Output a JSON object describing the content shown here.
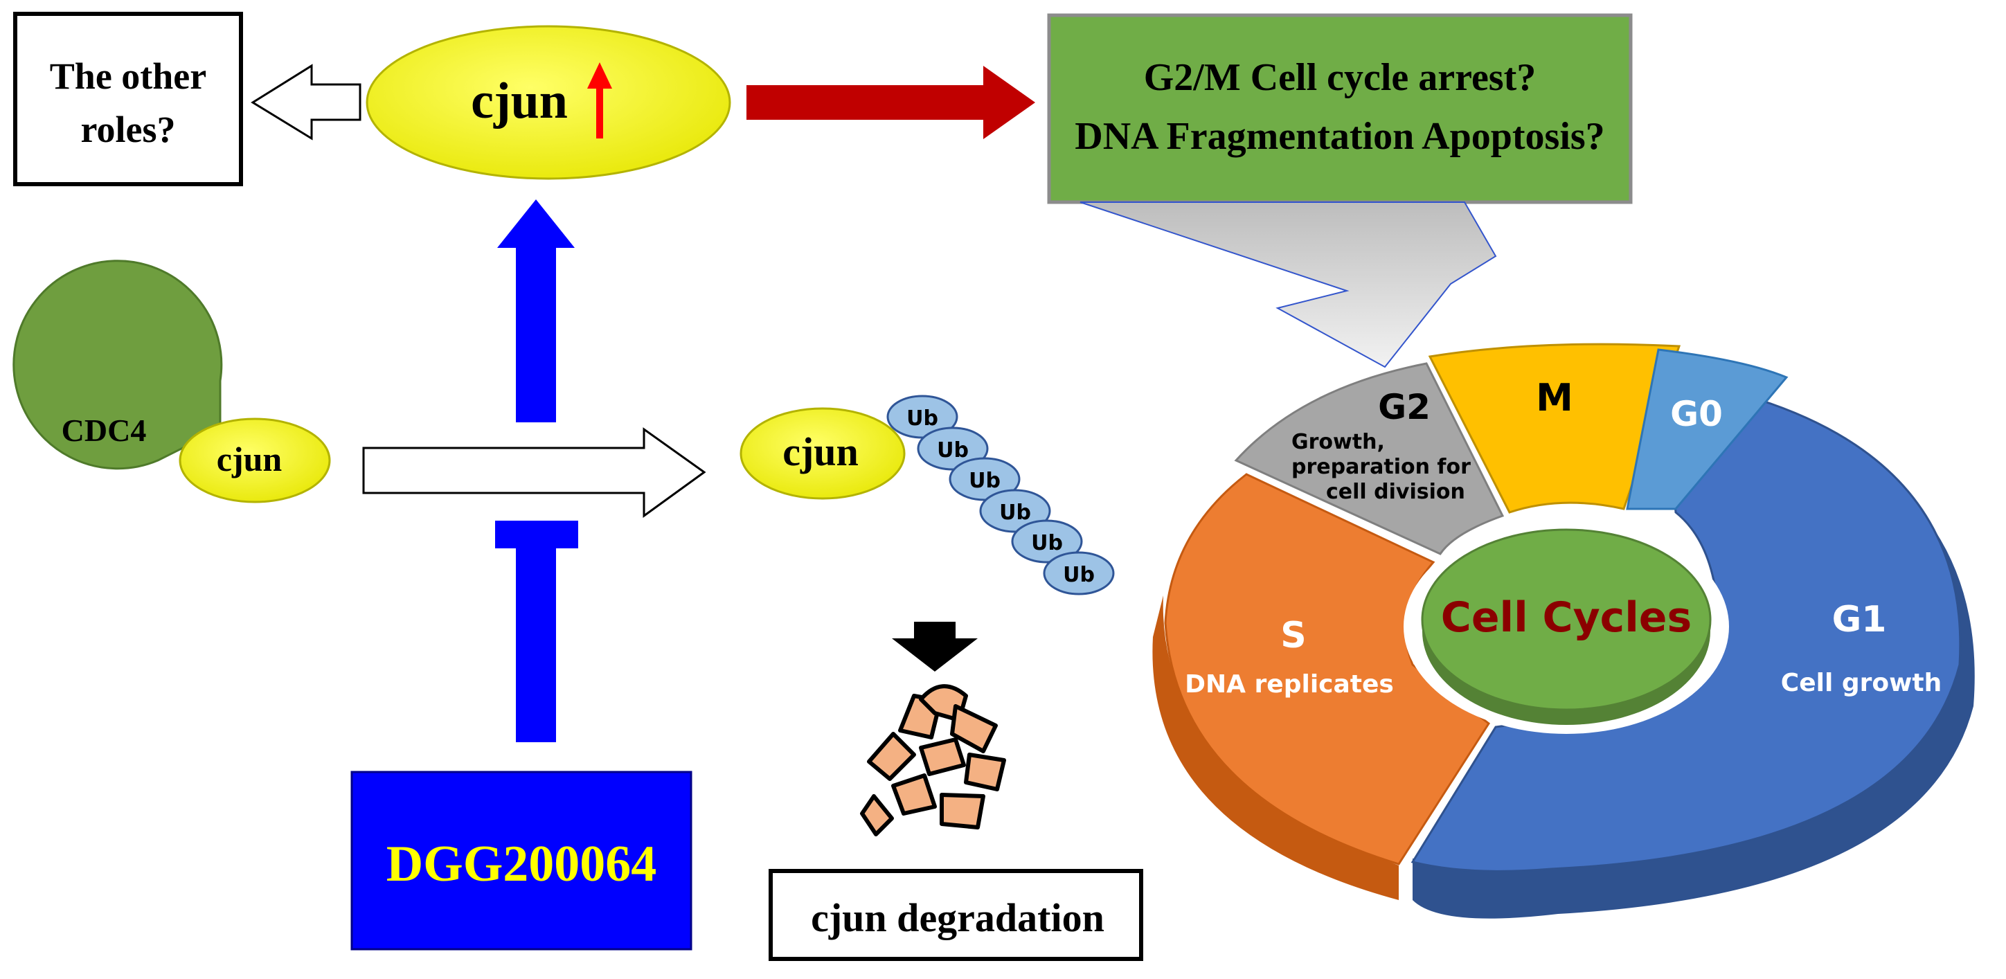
{
  "boxes": {
    "other_roles_line1": "The other",
    "other_roles_line2": "roles?",
    "outcome_line1": "G2/M Cell cycle arrest?",
    "outcome_line2": "DNA Fragmentation Apoptosis?",
    "compound": "DGG200064",
    "degradation": "cjun degradation"
  },
  "labels": {
    "cjun_up": "cjun",
    "cdc4": "CDC4",
    "cjun_bound": "cjun",
    "cjun_ub": "cjun",
    "ub": [
      "Ub",
      "Ub",
      "Ub",
      "Ub",
      "Ub",
      "Ub"
    ]
  },
  "cell_cycle": {
    "center": "Cell Cycles",
    "phases": [
      {
        "name": "G2",
        "desc_lines": [
          "Growth,",
          "preparation for",
          "cell division"
        ],
        "color": "#a6a6a6"
      },
      {
        "name": "M",
        "desc_lines": [],
        "color": "#ffc000"
      },
      {
        "name": "G0",
        "desc_lines": [],
        "color": "#5b9bd5"
      },
      {
        "name": "G1",
        "desc_lines": [
          "Cell growth"
        ],
        "color": "#4472c4"
      },
      {
        "name": "S",
        "desc_lines": [
          "DNA replicates"
        ],
        "color": "#ed7d31"
      }
    ]
  },
  "colors": {
    "cjun_yellow": "#ffff00",
    "cdc4_green": "#6f9e3f",
    "outcome_green": "#70ad47",
    "arrow_blue": "#0000ff",
    "arrow_red": "#c00000",
    "compound_text": "#ffff00",
    "center_text": "#8b0000",
    "ub_blue": "#9dc3e6"
  }
}
